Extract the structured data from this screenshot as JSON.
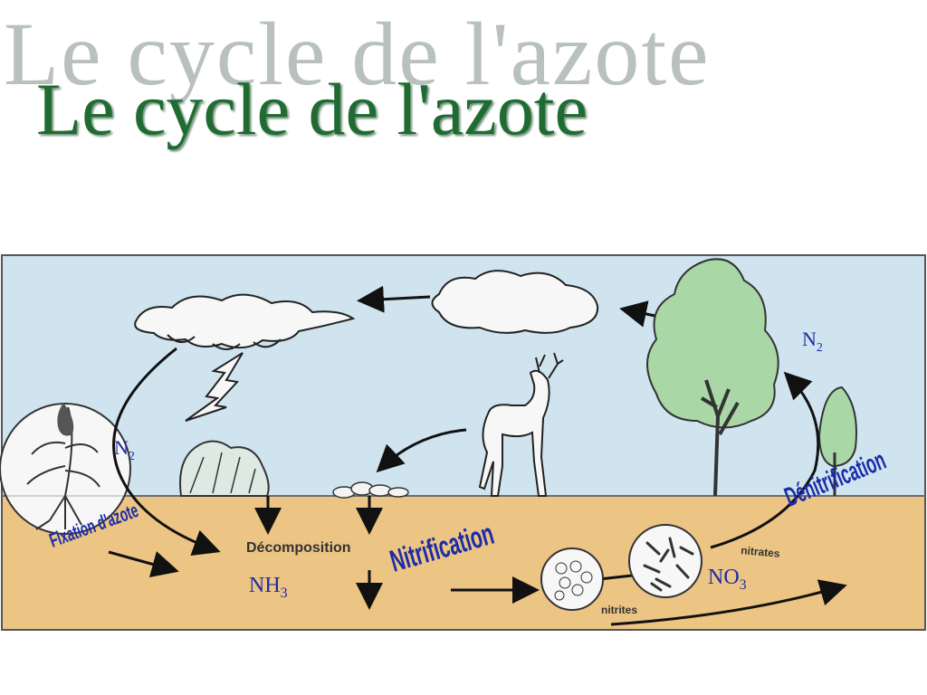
{
  "title": "Le cycle de l'azote",
  "labels": {
    "n2_right": {
      "main": "N",
      "sub": "2"
    },
    "n2_left": {
      "main": "N",
      "sub": "2"
    },
    "nh3": {
      "main": "NH",
      "sub": "3"
    },
    "no3": {
      "main": "NO",
      "sub": "3"
    },
    "fixation": "Fixation d'azote",
    "nitrification": "Nitrification",
    "denitrification": "Dénitrification",
    "decomposition": "Décomposition",
    "nitrates": "nitrates",
    "nitrites": "nitrites"
  },
  "colors": {
    "title": "#1f6b32",
    "title_shadow": "#b9c1bc",
    "sky": "#cfe4ef",
    "soil": "#ecc483",
    "label_blue": "#1a2ca8",
    "tree": "#a9d7a6"
  },
  "icons": [
    "storm-cloud-icon",
    "cloud-icon",
    "lightning-icon",
    "deer-icon",
    "tree-icon",
    "plant-icon",
    "bacteria-icon"
  ]
}
